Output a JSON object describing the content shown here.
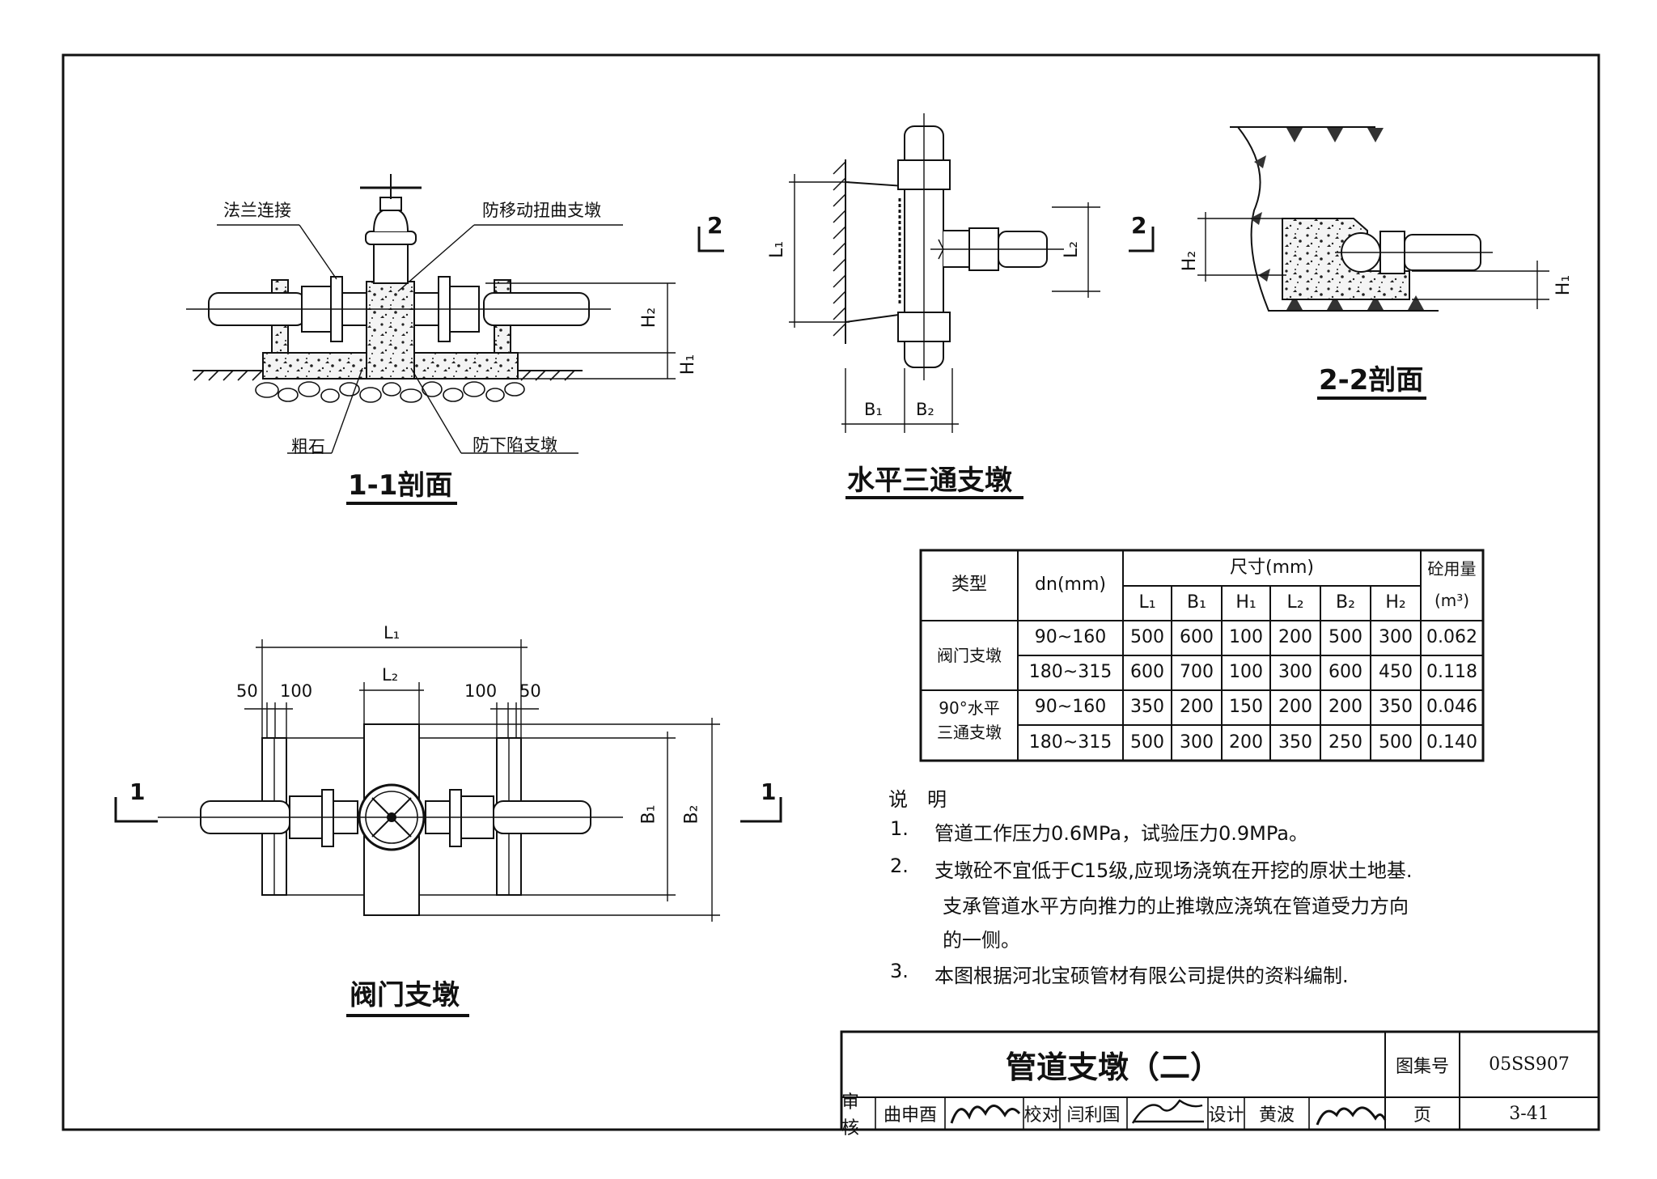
{
  "section_1_1": {
    "title": "1-1剖面",
    "labels": {
      "flange": "法兰连接",
      "anti_move": "防移动扭曲支墩",
      "gravel": "粗石",
      "anti_sink": "防下陷支墩",
      "h1": "H₁",
      "h2": "H₂"
    }
  },
  "tee": {
    "title": "水平三通支墩",
    "labels": {
      "l1": "L₁",
      "l2": "L₂",
      "b1": "B₁",
      "b2": "B₂",
      "cut_left": "2",
      "cut_right": "2"
    }
  },
  "section_2_2": {
    "title": "2-2剖面",
    "labels": {
      "h1": "H₁",
      "h2": "H₂"
    }
  },
  "valve": {
    "title": "阀门支墩",
    "labels": {
      "l1": "L₁",
      "l2": "L₂",
      "d50_left": "50",
      "d100_left": "100",
      "d100_right": "100",
      "d50_right": "50",
      "b1": "B₁",
      "b2": "B₂",
      "cut_left": "1",
      "cut_right": "1"
    }
  },
  "table": {
    "header": {
      "type": "类型",
      "dn": "dn(mm)",
      "size": "尺寸(mm)",
      "concrete": "砼用量",
      "concrete_unit": "(m³)"
    },
    "columns": [
      "L₁",
      "B₁",
      "H₁",
      "L₂",
      "B₂",
      "H₂"
    ],
    "groups": [
      {
        "name": "阀门支墩",
        "rows": [
          {
            "dn": "90~160",
            "values": [
              "500",
              "600",
              "100",
              "200",
              "500",
              "300"
            ],
            "concrete": "0.062"
          },
          {
            "dn": "180~315",
            "values": [
              "600",
              "700",
              "100",
              "300",
              "600",
              "450"
            ],
            "concrete": "0.118"
          }
        ]
      },
      {
        "name_line1": "90°水平",
        "name_line2": "三通支墩",
        "rows": [
          {
            "dn": "90~160",
            "values": [
              "350",
              "200",
              "150",
              "200",
              "200",
              "350"
            ],
            "concrete": "0.046"
          },
          {
            "dn": "180~315",
            "values": [
              "500",
              "300",
              "200",
              "350",
              "250",
              "500"
            ],
            "concrete": "0.140"
          }
        ]
      }
    ]
  },
  "notes": {
    "heading": "说　明",
    "items": [
      {
        "num": "1.",
        "text": "管道工作压力0.6MPa，试验压力0.9MPa。"
      },
      {
        "num": "2.",
        "text": "支墩砼不宜低于C15级,应现场浇筑在开挖的原状土地基.",
        "cont1": "支承管道水平方向推力的止推墩应浇筑在管道受力方向",
        "cont2": "的一侧。"
      },
      {
        "num": "3.",
        "text": "本图根据河北宝硕管材有限公司提供的资料编制."
      }
    ]
  },
  "title_block": {
    "title": "管道支墩（二）",
    "atlas_label": "图集号",
    "atlas_no": "05SS907",
    "page_label": "页",
    "page_no": "3-41",
    "review_label": "审核",
    "reviewer": "曲申酉",
    "check_label": "校对",
    "checker": "闫利国",
    "design_label": "设计",
    "designer": "黄波"
  }
}
